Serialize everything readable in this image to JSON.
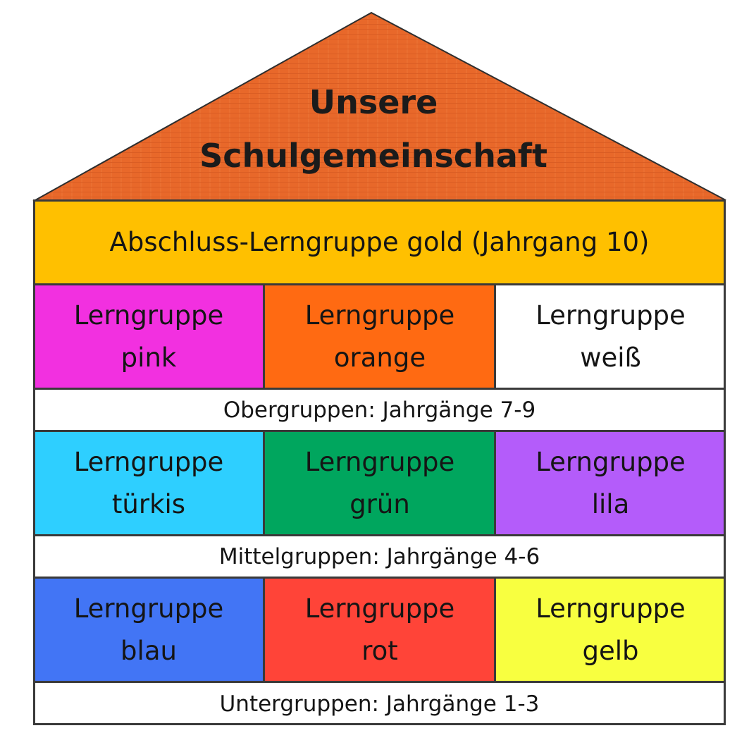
{
  "roof": {
    "title_line1": "Unsere",
    "title_line2": "Schulgemeinschaft",
    "color": "#e8682a"
  },
  "top_band": {
    "label": "Abschluss-Lerngruppe gold (Jahrgang 10)",
    "color": "#ffc000"
  },
  "levels": [
    {
      "band_label": "Obergruppen: Jahrgänge 7-9",
      "groups": [
        {
          "line1": "Lerngruppe",
          "line2": "pink",
          "color": "#f230e0"
        },
        {
          "line1": "Lerngruppe",
          "line2": "orange",
          "color": "#ff6a12"
        },
        {
          "line1": "Lerngruppe",
          "line2": "weiß",
          "color": "#ffffff"
        }
      ]
    },
    {
      "band_label": "Mittelgruppen: Jahrgänge 4-6",
      "groups": [
        {
          "line1": "Lerngruppe",
          "line2": "türkis",
          "color": "#2ecfff"
        },
        {
          "line1": "Lerngruppe",
          "line2": "grün",
          "color": "#00a65e"
        },
        {
          "line1": "Lerngruppe",
          "line2": "lila",
          "color": "#b45cfa"
        }
      ]
    },
    {
      "band_label": "Untergruppen: Jahrgänge 1-3",
      "groups": [
        {
          "line1": "Lerngruppe",
          "line2": "blau",
          "color": "#4275f5"
        },
        {
          "line1": "Lerngruppe",
          "line2": "rot",
          "color": "#ff4438"
        },
        {
          "line1": "Lerngruppe",
          "line2": "gelb",
          "color": "#f8ff40"
        }
      ]
    }
  ]
}
